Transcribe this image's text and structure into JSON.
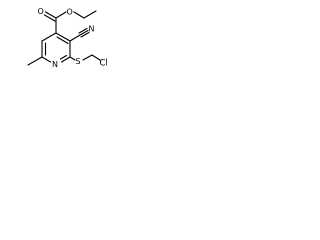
{
  "structure": {
    "atoms": {
      "carbonyl_oxygen": "O",
      "ester_oxygen": "O",
      "nitrile_nitrogen": "N",
      "ring_nitrogen": "N",
      "sulfur": "S",
      "chlorine": "Cl"
    }
  }
}
